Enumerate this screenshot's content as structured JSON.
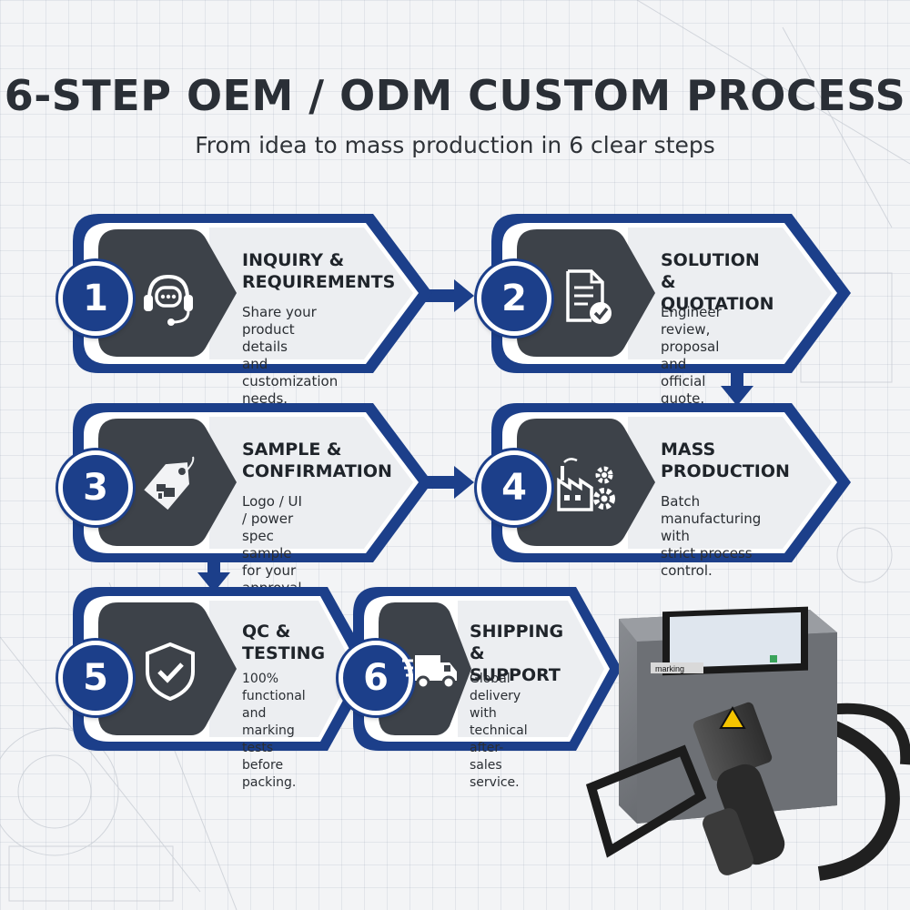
{
  "title": "6-STEP OEM / ODM CUSTOM PROCESS",
  "subtitle": "From idea to mass production in 6 clear steps",
  "steps": [
    {
      "number": "1",
      "title_line1": "INQUIRY &",
      "title_line2": "REQUIREMENTS",
      "desc_line1": "Share your product details",
      "desc_line2": "and customization needs.",
      "icon": "headset-chat-icon"
    },
    {
      "number": "2",
      "title_line1": "SOLUTION &",
      "title_line2": "QUOTATION",
      "desc_line1": "Engineer review, proposal",
      "desc_line2": "and official quote.",
      "icon": "document-check-icon"
    },
    {
      "number": "3",
      "title_line1": "SAMPLE &",
      "title_line2": "CONFIRMATION",
      "desc_line1": "Logo / UI / power spec",
      "desc_line2": "sample for your approval.",
      "icon": "tag-sample-icon"
    },
    {
      "number": "4",
      "title_line1": "MASS",
      "title_line2": "PRODUCTION",
      "desc_line1": "Batch manufacturing with",
      "desc_line2": "strict process control.",
      "icon": "factory-gears-icon"
    },
    {
      "number": "5",
      "title_line1": "QC &",
      "title_line2": "TESTING",
      "desc_line1": "100% functional",
      "desc_line2": "and marking tests",
      "desc_line3": "before packing.",
      "icon": "shield-check-icon"
    },
    {
      "number": "6",
      "title_line1": "SHIPPING &",
      "title_line2": "SUPPORT",
      "desc_line1": "Global delivery with",
      "desc_line2": "technical after-",
      "desc_line3": "sales service.",
      "icon": "delivery-truck-icon"
    }
  ],
  "machine": {
    "brand_label": "marking"
  },
  "colors": {
    "navy": "#1c3f8a",
    "dark_panel": "#3d4249",
    "card_light": "#eceef1"
  }
}
